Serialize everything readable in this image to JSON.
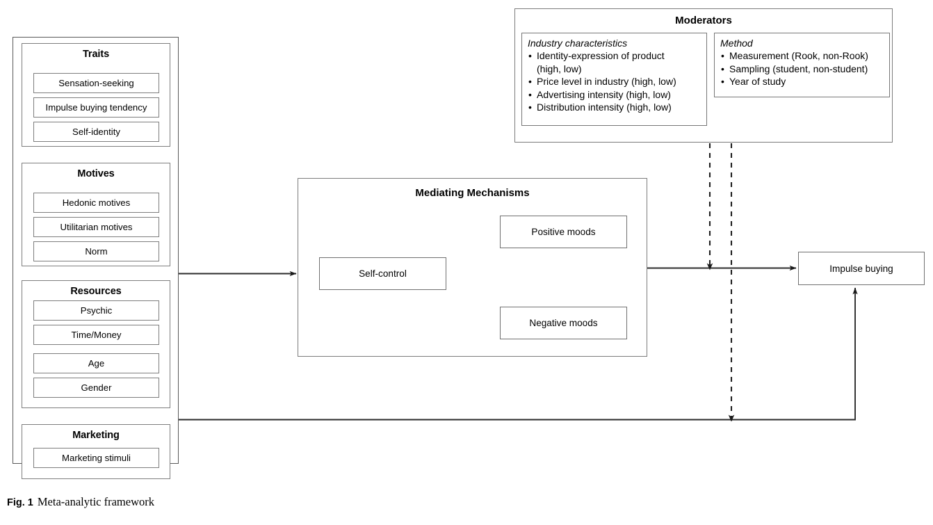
{
  "figure": {
    "caption_label": "Fig. 1",
    "caption_text": "Meta-analytic framework"
  },
  "antecedents": {
    "groups": [
      {
        "title": "Traits",
        "items": [
          "Sensation-seeking",
          "Impulse buying  tendency",
          "Self-identity"
        ]
      },
      {
        "title": "Motives",
        "items": [
          "Hedonic motives",
          "Utilitarian motives",
          "Norm"
        ]
      },
      {
        "title": "Resources",
        "items": [
          "Psychic",
          "Time/Money",
          "Age",
          "Gender"
        ]
      },
      {
        "title": "Marketing",
        "items": [
          "Marketing stimuli"
        ]
      }
    ]
  },
  "mediating": {
    "title": "Mediating Mechanisms",
    "nodes": {
      "self_control": "Self-control",
      "positive_moods": "Positive moods",
      "negative_moods": "Negative moods"
    }
  },
  "moderators": {
    "title": "Moderators",
    "industry": {
      "subtitle": "Industry characteristics",
      "items": [
        "Identity-expression of product\n(high, low)",
        "Price level in industry (high, low)",
        "Advertising intensity (high, low)",
        "Distribution intensity (high, low)"
      ]
    },
    "method": {
      "subtitle": "Method",
      "items": [
        "Measurement (Rook, non-Rook)",
        "Sampling (student, non-student)",
        "Year of study"
      ]
    }
  },
  "outcome": {
    "label": "Impulse buying"
  },
  "colors": {
    "stroke": "#7b7b7b",
    "line": "#3d3d3d",
    "background": "#ffffff"
  }
}
